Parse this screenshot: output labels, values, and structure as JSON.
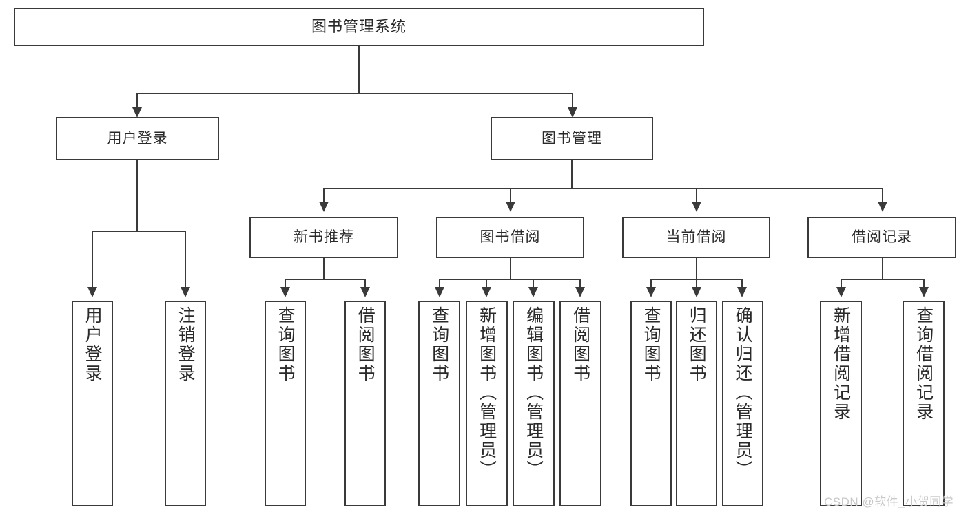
{
  "diagram": {
    "type": "tree",
    "title": "图书管理系统",
    "root": {
      "id": "root",
      "label": "图书管理系统"
    },
    "level1": [
      {
        "id": "user-login",
        "label": "用户登录"
      },
      {
        "id": "book-manage",
        "label": "图书管理"
      }
    ],
    "level2": [
      {
        "id": "new-book-recommend",
        "label": "新书推荐"
      },
      {
        "id": "book-borrow",
        "label": "图书借阅"
      },
      {
        "id": "current-borrow",
        "label": "当前借阅"
      },
      {
        "id": "borrow-record",
        "label": "借阅记录"
      }
    ],
    "leaves": {
      "user_login": [
        {
          "id": "leaf-user-login",
          "label": "用户登录"
        },
        {
          "id": "leaf-logout",
          "label": "注销登录"
        }
      ],
      "new_book_recommend": [
        {
          "id": "leaf-query-book-1",
          "label": "查询图书"
        },
        {
          "id": "leaf-borrow-book-1",
          "label": "借阅图书"
        }
      ],
      "book_borrow": [
        {
          "id": "leaf-query-book-2",
          "label": "查询图书"
        },
        {
          "id": "leaf-add-book",
          "label": "新增图书（管理员）"
        },
        {
          "id": "leaf-edit-book",
          "label": "编辑图书（管理员）"
        },
        {
          "id": "leaf-borrow-book-2",
          "label": "借阅图书"
        }
      ],
      "current_borrow": [
        {
          "id": "leaf-query-book-3",
          "label": "查询图书"
        },
        {
          "id": "leaf-return-book",
          "label": "归还图书"
        },
        {
          "id": "leaf-confirm-return",
          "label": "确认归还（管理员）"
        }
      ],
      "borrow_record": [
        {
          "id": "leaf-add-record",
          "label": "新增借阅记录"
        },
        {
          "id": "leaf-query-record",
          "label": "查询借阅记录"
        }
      ]
    }
  },
  "watermark": {
    "text": "CSDN @软件_小贺同学"
  },
  "colors": {
    "border": "#3a3a3a",
    "background": "#ffffff",
    "text": "#2a2a2a",
    "watermark": "#c9c9c9"
  }
}
